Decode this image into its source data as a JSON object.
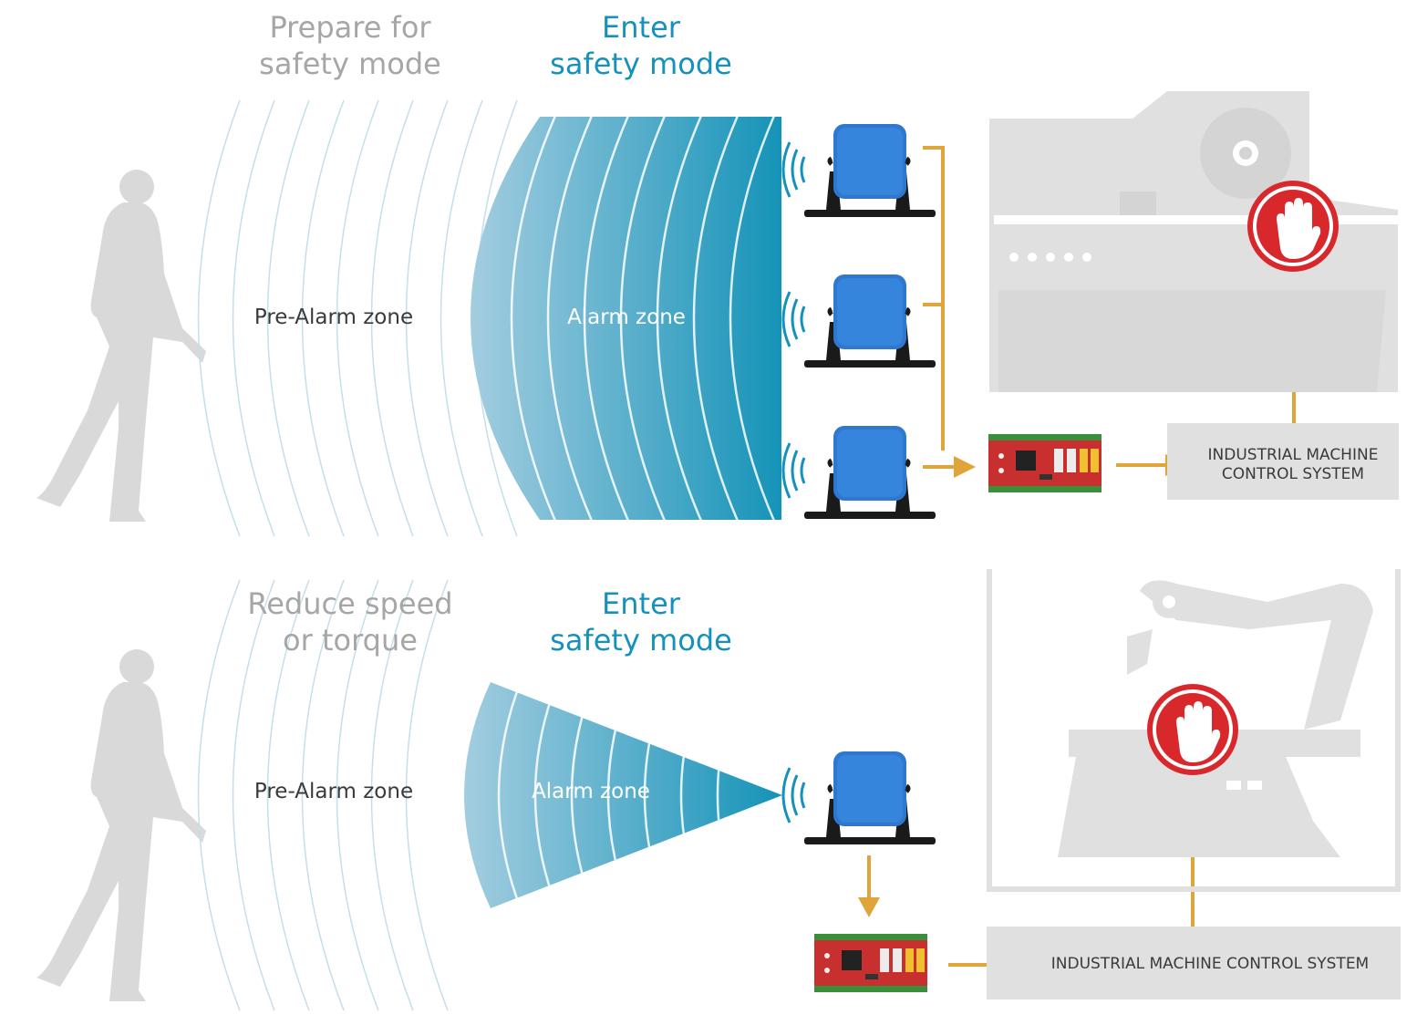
{
  "top_panel": {
    "phase_label": "Prepare for safety mode",
    "enter_label": "Enter safety mode",
    "pre_alarm_label": "Pre-Alarm zone",
    "alarm_label": "Alarm zone",
    "control_line1": "INDUSTRIAL MACHINE",
    "control_line2": "CONTROL SYSTEM"
  },
  "bottom_panel": {
    "phase_label_line1": "Reduce speed",
    "phase_label_line2": "or torque",
    "enter_label_line1": "Enter",
    "enter_label_line2": "safety mode",
    "pre_alarm_label": "Pre-Alarm zone",
    "alarm_label": "Alarm zone",
    "control_label": "INDUSTRIAL MACHINE CONTROL SYSTEM"
  },
  "top_labels": {
    "phase_line1": "Prepare for",
    "phase_line2": "safety mode",
    "enter_line1": "Enter",
    "enter_line2": "safety mode"
  },
  "colors": {
    "accent_blue": "#1591bd",
    "sensor_blue": "#2f77cf",
    "arrow_orange": "#e0a53a",
    "silhouette_grey": "#d9d9d9",
    "stop_red": "#d8282b"
  },
  "icons": [
    "person-walking-icon",
    "radar-sensor-icon",
    "control-board-icon",
    "stop-hand-icon",
    "circular-saw-machine-icon",
    "robot-arm-icon"
  ]
}
